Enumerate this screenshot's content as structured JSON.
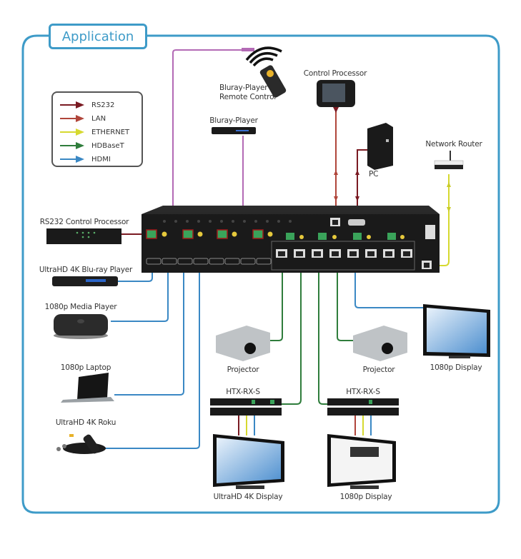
{
  "header": {
    "title": "Application"
  },
  "legend": {
    "items": [
      {
        "label": "RS232",
        "color": "#7a1a22"
      },
      {
        "label": "LAN",
        "color": "#b0453a"
      },
      {
        "label": "ETHERNET",
        "color": "#d6d930"
      },
      {
        "label": "HDBaseT",
        "color": "#2f7d3c"
      },
      {
        "label": "HDMI",
        "color": "#3a88c4"
      }
    ]
  },
  "colors": {
    "frame": "#3e9bc8",
    "ir": "#b36ab5",
    "rs232": "#7a1a22",
    "lan": "#b0453a",
    "ethernet": "#d6d930",
    "hdbaset": "#2f7d3c",
    "hdmi": "#3a88c4"
  },
  "devices": {
    "remote": {
      "label_line1": "Bluray-Player",
      "label_line2": "Remote Control"
    },
    "control_processor": {
      "label": "Control Processor"
    },
    "bluray_player": {
      "label": "Bluray-Player"
    },
    "pc": {
      "label": "PC"
    },
    "network_router": {
      "label": "Network Router"
    },
    "rs232_control_processor": {
      "label": "RS232 Control Processor"
    },
    "uhd_bluray": {
      "label": "UltraHD 4K Blu-ray Player"
    },
    "media_player": {
      "label": "1080p Media Player"
    },
    "laptop": {
      "label": "1080p Laptop"
    },
    "roku": {
      "label": "UltraHD 4K Roku"
    },
    "projector_1": {
      "label": "Projector"
    },
    "projector_2": {
      "label": "Projector"
    },
    "receiver_1": {
      "label": "HTX-RX-S"
    },
    "receiver_2": {
      "label": "HTX-RX-S"
    },
    "display_right": {
      "label": "1080p Display"
    },
    "display_4k": {
      "label": "UltraHD 4K  Display"
    },
    "display_bottom": {
      "label": "1080p Display"
    }
  }
}
